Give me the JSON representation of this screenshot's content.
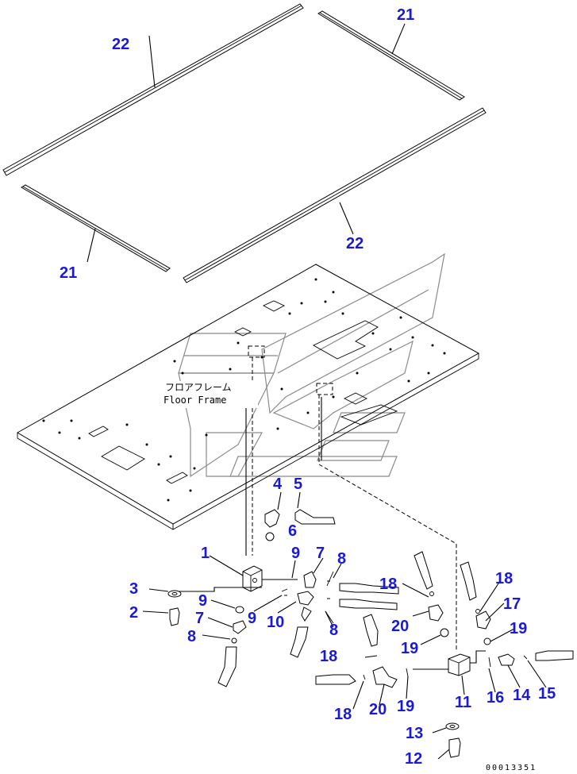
{
  "frame_label_jp": "フロアフレーム",
  "frame_label_en": "Floor Frame",
  "drawing_code": "00013351",
  "callouts": {
    "c22a": "22",
    "c21a": "21",
    "c21b": "21",
    "c22b": "22",
    "c4": "4",
    "c5": "5",
    "c6": "6",
    "c1": "1",
    "c9a": "9",
    "c7a": "7",
    "c8a": "8",
    "c3": "3",
    "c2": "2",
    "c9b": "9",
    "c9c": "9",
    "c10": "10",
    "c7b": "7",
    "c8b": "8",
    "c8c": "8",
    "c18a": "18",
    "c20a": "20",
    "c19a": "19",
    "c18b": "18",
    "c17": "17",
    "c19b": "19",
    "c18c": "18",
    "c20b": "20",
    "c19c": "19",
    "c11": "11",
    "c16": "16",
    "c14": "14",
    "c15": "15",
    "c13": "13",
    "c12": "12",
    "c18d": "18"
  }
}
